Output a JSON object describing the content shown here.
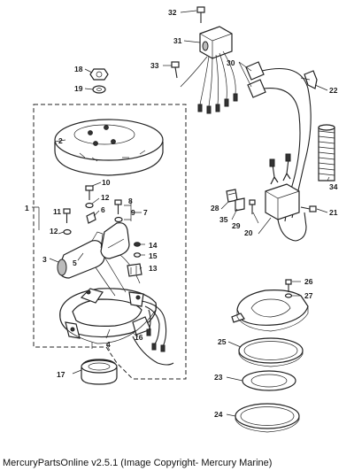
{
  "caption": "MercuryPartsOnline v2.5.1 (Image Copyright- Mercury Marine)",
  "callouts": {
    "n1": "1",
    "n2": "2",
    "n3": "3",
    "n4": "4",
    "n5": "5",
    "n6": "6",
    "n7": "7",
    "n8": "8",
    "n9": "9",
    "n10": "10",
    "n11": "11",
    "n12a": "12",
    "n12b": "12",
    "n13": "13",
    "n14": "14",
    "n15": "15",
    "n16": "16",
    "n17": "17",
    "n18": "18",
    "n19": "19",
    "n20": "20",
    "n21": "21",
    "n22": "22",
    "n23": "23",
    "n24": "24",
    "n25": "25",
    "n26": "26",
    "n27": "27",
    "n28": "28",
    "n29": "29",
    "n30": "30",
    "n31": "31",
    "n32": "32",
    "n33": "33",
    "n34": "34",
    "n35": "35"
  }
}
